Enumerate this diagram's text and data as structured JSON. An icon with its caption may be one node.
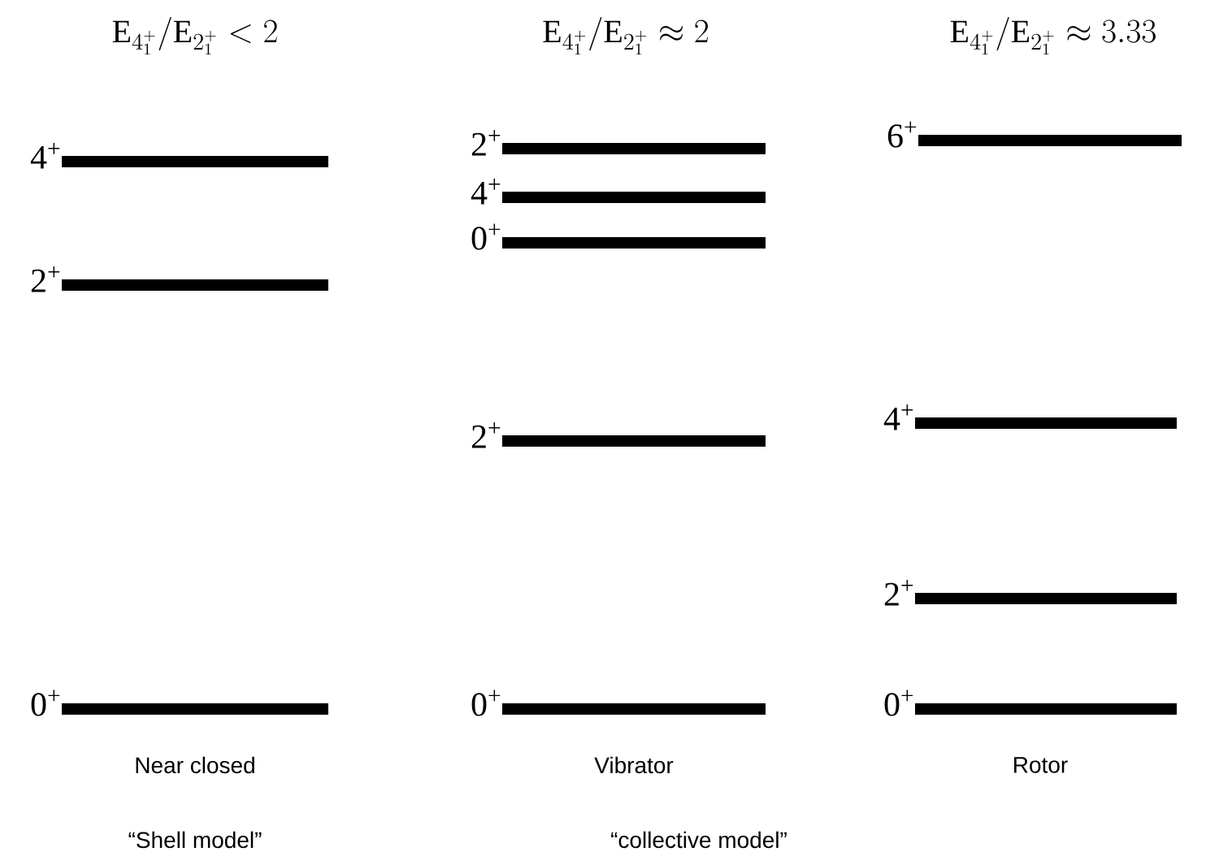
{
  "diagram": {
    "labels": [
      "\\mathrm{E}_{4^+_1}\\big/\\mathrm{E}_{2^+_1} < 2",
      "\\mathrm{E}_{4^+_1}\\big/\\mathrm{E}_{2^+_1} \\approx 2",
      "\\mathrm{E}_{4^+_1}\\big/\\mathrm{E}_{2^+_1} \\approx 3.33",
      "4$^{+}$",
      "2$^{+}$",
      "0$^{+}$",
      "2$^{+}$",
      "4$^{+}$",
      "0$^{+}$",
      "2$^{+}$",
      "0$^{+}$",
      "6$^{+}$",
      "4$^{+}$",
      "2$^{+}$",
      "0$^{+}$",
      "Near closed",
      "Vibrator",
      "Rotor",
      "“Shell model”",
      "“collective model”"
    ]
  }
}
